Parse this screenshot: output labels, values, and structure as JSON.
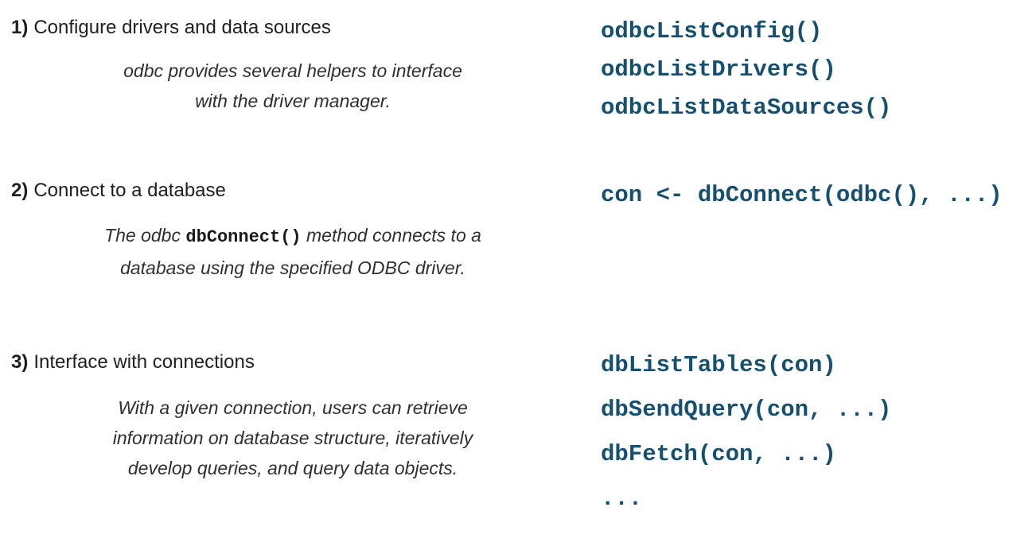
{
  "theme": {
    "background": "#ffffff",
    "heading_color": "#1f1f1f",
    "description_color": "#2f2f2f",
    "code_color": "#17506f"
  },
  "sections": [
    {
      "number": "1)",
      "title": "Configure drivers and data sources",
      "description_lines": [
        [
          {
            "t": "odbc provides several helpers to interface"
          }
        ],
        [
          {
            "t": "with the driver manager."
          }
        ]
      ],
      "code": [
        "odbcListConfig()",
        "odbcListDrivers()",
        "odbcListDataSources()"
      ]
    },
    {
      "number": "2)",
      "title": "Connect to a database",
      "description_lines": [
        [
          {
            "t": "The odbc "
          },
          {
            "t": "dbConnect()",
            "code": true
          },
          {
            "t": " method connects to a"
          }
        ],
        [
          {
            "t": "database using the specified ODBC driver."
          }
        ]
      ],
      "code": [
        "con <- dbConnect(odbc(), ...)"
      ]
    },
    {
      "number": "3)",
      "title": "Interface with connections",
      "description_lines": [
        [
          {
            "t": "With a given connection, users can retrieve"
          }
        ],
        [
          {
            "t": "information on database structure, iteratively"
          }
        ],
        [
          {
            "t": "develop queries, and query data objects."
          }
        ]
      ],
      "code": [
        "dbListTables(con)",
        "dbSendQuery(con, ...)",
        "dbFetch(con, ...)",
        "..."
      ]
    }
  ]
}
